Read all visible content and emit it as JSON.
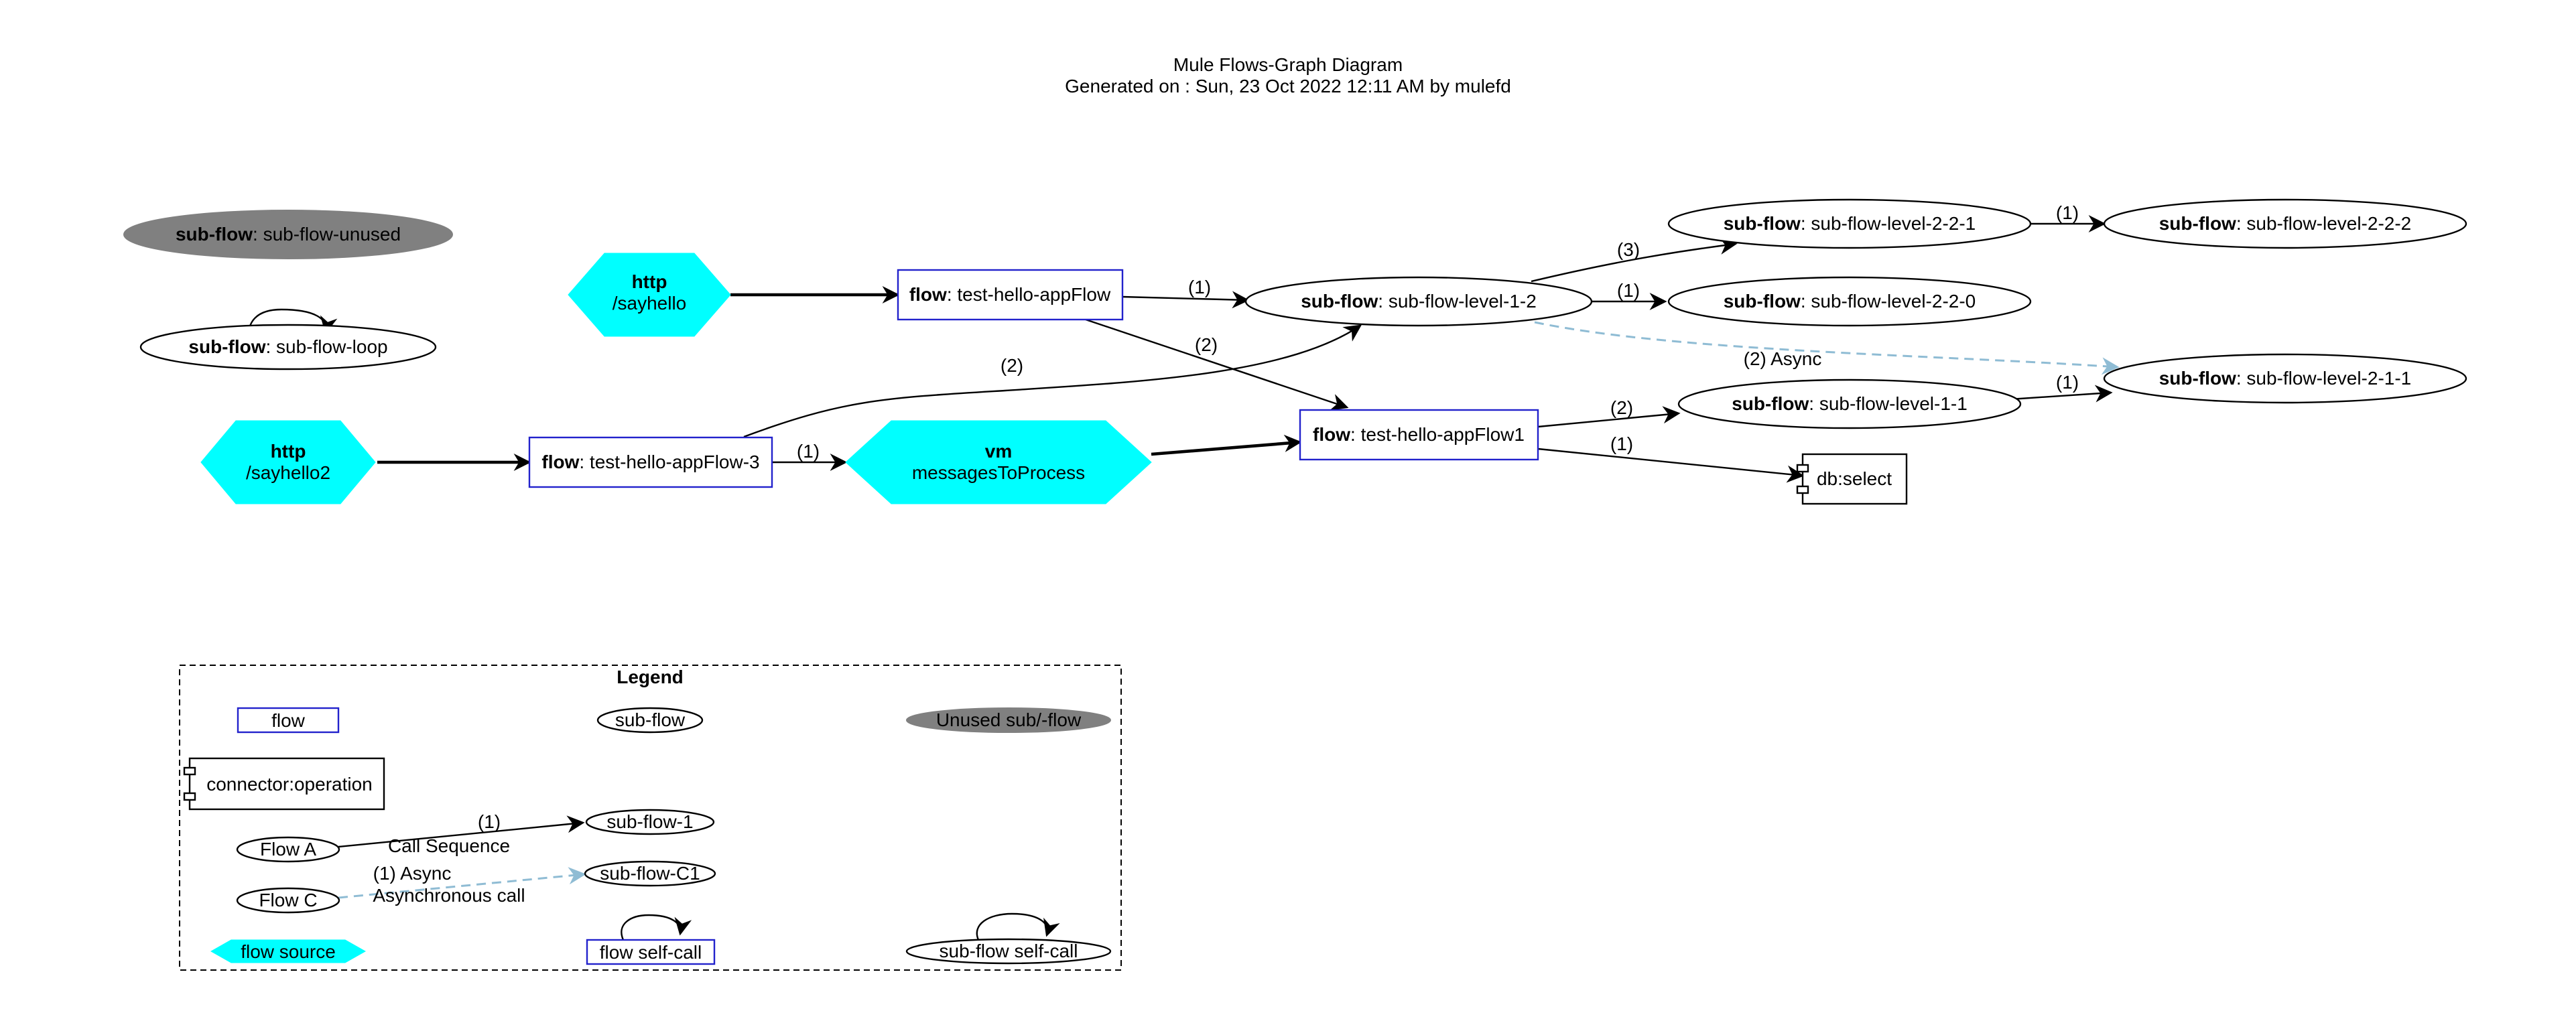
{
  "title": {
    "line1": "Mule Flows-Graph Diagram",
    "line2": "Generated on : Sun, 23 Oct 2022 12:11 AM by mulefd"
  },
  "colors": {
    "flow_border": "#2222cc",
    "source_fill": "#00ffff",
    "unused_fill": "#808080",
    "async_edge": "#8fbcd4"
  },
  "nodes": {
    "sub_flow_unused": {
      "kind": "sub-flow",
      "name": ": sub-flow-unused"
    },
    "sub_flow_loop": {
      "kind": "sub-flow",
      "name": ": sub-flow-loop"
    },
    "http_sayhello": {
      "kind": "http",
      "name": "/sayhello"
    },
    "http_sayhello2": {
      "kind": "http",
      "name": "/sayhello2"
    },
    "flow_test_hello_appflow": {
      "kind": "flow",
      "name": ": test-hello-appFlow"
    },
    "flow_test_hello_appflow3": {
      "kind": "flow",
      "name": ": test-hello-appFlow-3"
    },
    "vm_messages": {
      "kind": "vm",
      "name": "messagesToProcess"
    },
    "flow_test_hello_appflow1": {
      "kind": "flow",
      "name": ": test-hello-appFlow1"
    },
    "sub_flow_level_1_2": {
      "kind": "sub-flow",
      "name": ": sub-flow-level-1-2"
    },
    "sub_flow_level_2_2_1": {
      "kind": "sub-flow",
      "name": ": sub-flow-level-2-2-1"
    },
    "sub_flow_level_2_2_2": {
      "kind": "sub-flow",
      "name": ": sub-flow-level-2-2-2"
    },
    "sub_flow_level_2_2_0": {
      "kind": "sub-flow",
      "name": ": sub-flow-level-2-2-0"
    },
    "sub_flow_level_2_1_1": {
      "kind": "sub-flow",
      "name": ": sub-flow-level-2-1-1"
    },
    "sub_flow_level_1_1": {
      "kind": "sub-flow",
      "name": ": sub-flow-level-1-1"
    },
    "db_select": {
      "name": "db:select"
    }
  },
  "edges": [
    {
      "from": "http_sayhello",
      "to": "flow_test_hello_appflow",
      "label": ""
    },
    {
      "from": "http_sayhello2",
      "to": "flow_test_hello_appflow3",
      "label": ""
    },
    {
      "from": "flow_test_hello_appflow",
      "to": "sub_flow_level_1_2",
      "label": "(1)"
    },
    {
      "from": "flow_test_hello_appflow",
      "to": "flow_test_hello_appflow1",
      "label": "(2)"
    },
    {
      "from": "flow_test_hello_appflow3",
      "to": "sub_flow_level_1_2",
      "label": "(2)"
    },
    {
      "from": "flow_test_hello_appflow3",
      "to": "vm_messages",
      "label": "(1)"
    },
    {
      "from": "vm_messages",
      "to": "flow_test_hello_appflow1",
      "label": ""
    },
    {
      "from": "sub_flow_level_1_2",
      "to": "sub_flow_level_2_2_1",
      "label": "(3)"
    },
    {
      "from": "sub_flow_level_1_2",
      "to": "sub_flow_level_2_2_0",
      "label": "(1)"
    },
    {
      "from": "sub_flow_level_1_2",
      "to": "sub_flow_level_2_1_1",
      "label": "(2) Async"
    },
    {
      "from": "sub_flow_level_2_2_1",
      "to": "sub_flow_level_2_2_2",
      "label": "(1)"
    },
    {
      "from": "flow_test_hello_appflow1",
      "to": "sub_flow_level_1_1",
      "label": "(2)"
    },
    {
      "from": "flow_test_hello_appflow1",
      "to": "db_select",
      "label": "(1)"
    },
    {
      "from": "sub_flow_level_1_1",
      "to": "sub_flow_level_2_1_1",
      "label": "(1)"
    }
  ],
  "legend": {
    "title": "Legend",
    "flow": "flow",
    "sub_flow": "sub-flow",
    "unused": "Unused sub/-flow",
    "connector": "connector:operation",
    "flow_a": "Flow A",
    "sub_flow_1": "sub-flow-1",
    "call_label": "(1)",
    "call_sequence": "Call Sequence",
    "flow_c": "Flow C",
    "sub_flow_c1": "sub-flow-C1",
    "async_label": "(1) Async",
    "async_call": "Asynchronous call",
    "flow_source": "flow source",
    "flow_self_call": "flow self-call",
    "sub_flow_self_call": "sub-flow self-call"
  }
}
